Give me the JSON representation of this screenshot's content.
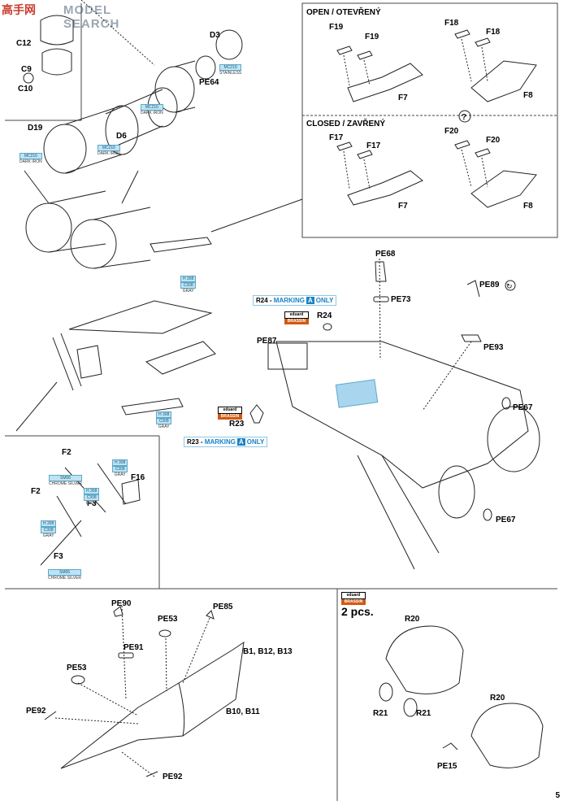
{
  "watermark": {
    "cn_text": "高手网",
    "en_text": "MODEL SEARCH"
  },
  "panels": {
    "open_header": "OPEN / OTEVŘENÝ",
    "closed_header": "CLOSED / ZAVŘENÝ"
  },
  "labels": {
    "c12": "C12",
    "c9": "C9",
    "c10": "C10",
    "d3": "D3",
    "pe64": "PE64",
    "d19": "D19",
    "d6": "D6",
    "open_f19a": "F19",
    "open_f19b": "F19",
    "open_f7": "F7",
    "open_f18a": "F18",
    "open_f18b": "F18",
    "open_f8": "F8",
    "closed_f17a": "F17",
    "closed_f17b": "F17",
    "closed_f7": "F7",
    "closed_f20a": "F20",
    "closed_f20b": "F20",
    "closed_f8": "F8",
    "pe68": "PE68",
    "pe73": "PE73",
    "pe89": "PE89",
    "pe93": "PE93",
    "r24": "R24",
    "pe87": "PE87",
    "pe67a": "PE67",
    "pe67b": "PE67",
    "r23": "R23",
    "f2a": "F2",
    "f2b": "F2",
    "f16": "F16",
    "f3a": "F3",
    "f3b": "F3",
    "pe90": "PE90",
    "pe53a": "PE53",
    "pe85": "PE85",
    "pe91": "PE91",
    "pe53b": "PE53",
    "b1": "B1, B12, B13",
    "b10": "B10, B11",
    "pe92a": "PE92",
    "pe92b": "PE92",
    "r20a": "R20",
    "r21a": "R21",
    "r21b": "R21",
    "r20b": "R20",
    "pe15": "PE15"
  },
  "paints": {
    "mc_stainless": {
      "code": "MC219",
      "name": "STAINLESS"
    },
    "mc_dark_iron_1": {
      "code": "MC216",
      "name": "DARK IRON"
    },
    "mc_dark_iron_2": {
      "code": "MC216",
      "name": "DARK IRON"
    },
    "mc_dark_iron_3": {
      "code": "MC216",
      "name": "DARK IRON"
    },
    "gray_1": {
      "code": "H 308",
      "code2": "C308",
      "name": "GRAY"
    },
    "gray_2": {
      "code": "H 308",
      "code2": "C308",
      "name": "GRAY"
    },
    "gray_3": {
      "code": "H 308",
      "code2": "C308",
      "name": "GRAY"
    },
    "gray_4": {
      "code": "H 308",
      "code2": "C308",
      "name": "GRAY"
    },
    "gray_5": {
      "code": "H 308",
      "code2": "C308",
      "name": "GRAY"
    },
    "chrome_1": {
      "code": "SM06",
      "name": "CHROME SILVER"
    },
    "chrome_2": {
      "code": "SM06",
      "name": "CHROME SILVER"
    }
  },
  "notes": {
    "r24_note": {
      "part": "R24",
      "dash": " - ",
      "marking": "MARKING",
      "letter": "A",
      "only": "ONLY"
    },
    "r23_note": {
      "part": "R23",
      "dash": " - ",
      "marking": "MARKING",
      "letter": "A",
      "only": "ONLY"
    }
  },
  "brassin": {
    "top": "eduard",
    "bottom": "BRASSIN"
  },
  "helmet_qty": "2 pcs.",
  "page_number": "5",
  "icons": {
    "question": "?",
    "rotate": "↻"
  },
  "colors": {
    "line": "#222222",
    "frame": "#444444",
    "paint_chip": "#bfe3f2",
    "marking_blue": "#1a82c4",
    "brassin_orange": "#d05a12",
    "highlight": "#a9d6ee"
  }
}
